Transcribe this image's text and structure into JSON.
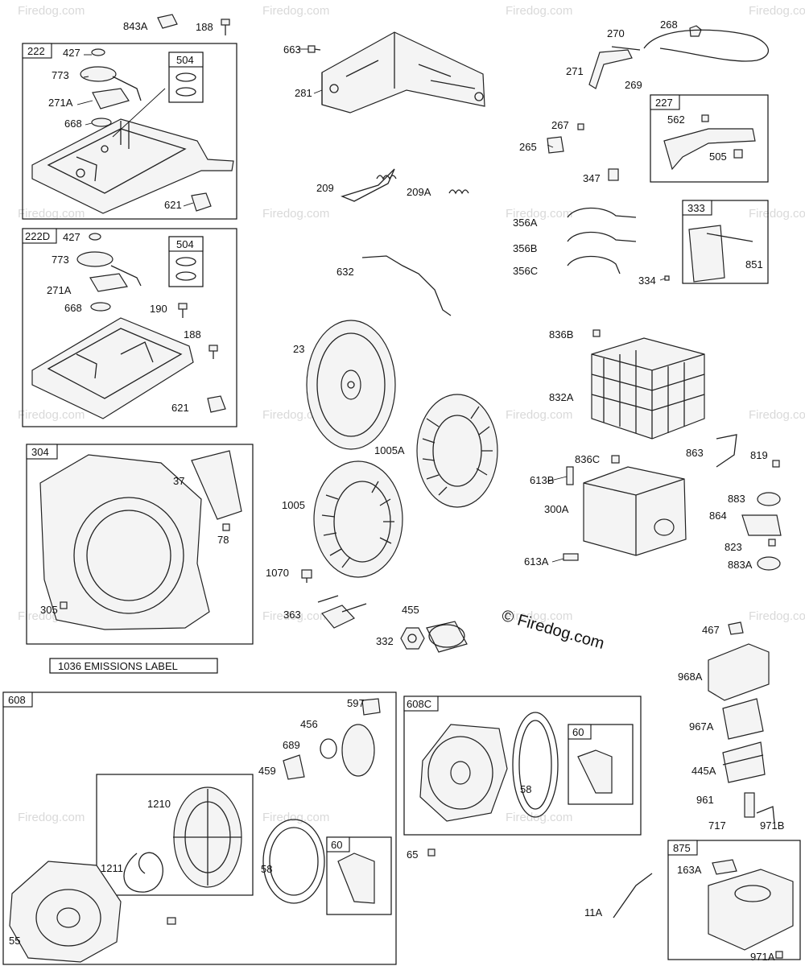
{
  "watermark": "Firedog.com",
  "copyright": "© Firedog.com",
  "emissions_label": "1036 EMISSIONS LABEL",
  "group_labels": {
    "g222": "222",
    "g222_504": "504",
    "g222d": "222D",
    "g222d_504": "504",
    "g304": "304",
    "g227": "227",
    "g333": "333",
    "g608": "608",
    "g608_60": "60",
    "g608c": "608C",
    "g608c_60": "60",
    "g875": "875"
  },
  "part_labels": {
    "p843a": "843A",
    "p188a": "188",
    "p427a": "427",
    "p773a": "773",
    "p271aa": "271A",
    "p668a": "668",
    "p621a": "621",
    "p427b": "427",
    "p773b": "773",
    "p271ab": "271A",
    "p668b": "668",
    "p190": "190",
    "p188b": "188",
    "p621b": "621",
    "p37": "37",
    "p78": "78",
    "p305": "305",
    "p663": "663",
    "p281": "281",
    "p209": "209",
    "p209a": "209A",
    "p632": "632",
    "p23": "23",
    "p1005a": "1005A",
    "p1005": "1005",
    "p1070": "1070",
    "p363": "363",
    "p455": "455",
    "p332": "332",
    "p270": "270",
    "p268": "268",
    "p271": "271",
    "p269": "269",
    "p562": "562",
    "p505": "505",
    "p267": "267",
    "p265": "265",
    "p347": "347",
    "p356a": "356A",
    "p356b": "356B",
    "p356c": "356C",
    "p334": "334",
    "p851": "851",
    "p836b": "836B",
    "p832a": "832A",
    "p836c": "836C",
    "p613b": "613B",
    "p300a": "300A",
    "p613a": "613A",
    "p863": "863",
    "p819": "819",
    "p883": "883",
    "p864": "864",
    "p823": "823",
    "p883a": "883A",
    "p467": "467",
    "p968a": "968A",
    "p967a": "967A",
    "p445a": "445A",
    "p961": "961",
    "p717": "717",
    "p971b": "971B",
    "p163a": "163A",
    "p11a": "11A",
    "p971a": "971A",
    "p597": "597",
    "p456": "456",
    "p689": "689",
    "p459": "459",
    "p1210": "1210",
    "p1211": "1211",
    "p58a": "58",
    "p55": "55",
    "p65": "65",
    "p58b": "58"
  }
}
